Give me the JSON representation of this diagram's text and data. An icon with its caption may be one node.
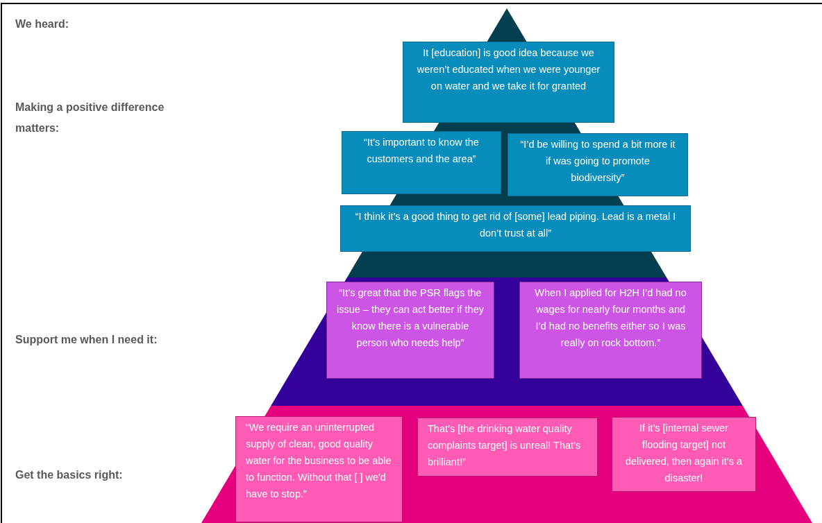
{
  "diagram": {
    "nodes": [
      {
        "text": [
          "It [education] is good idea because we weren’t educated when we were younger on water and we take it for granted"
        ]
      },
      {
        "text": [
          "“It’s important to know the customers and the area”"
        ]
      },
      {
        "text": [
          "“I’d be willing to spend a bit more  it if was going to promote biodiversity”"
        ]
      },
      {
        "text": [
          "“I think it’s a good thing to get rid of [some] lead piping. Lead is a metal I don’t trust at all”"
        ]
      },
      {
        "text": [
          "“It’s great that the PSR flags the issue – they can act better if they know there is a vulnerable person who needs help”"
        ]
      },
      {
        "text": [
          "When I applied  for H2H I’d had no wages for nearly four months and I’d had no benefits either so I was really on rock bottom.”"
        ]
      },
      {
        "text": [
          "“We require an uninterrupted supply of clean, good quality water for the business to be able to function. Without that [ ] we'd have to stop.”"
        ]
      },
      {
        "text": [
          "That’s [the drinking water quality complaints target] is unreal! That’s brilliant!”"
        ]
      },
      {
        "text": [
          "If it’s [internal sewer flooding target] not delivered, then again it’s a disaster!"
        ]
      }
    ],
    "labels": [
      "We heard:",
      "Making a positive difference matters:",
      "Support me when I need it:",
      "Get the basics right:"
    ]
  }
}
